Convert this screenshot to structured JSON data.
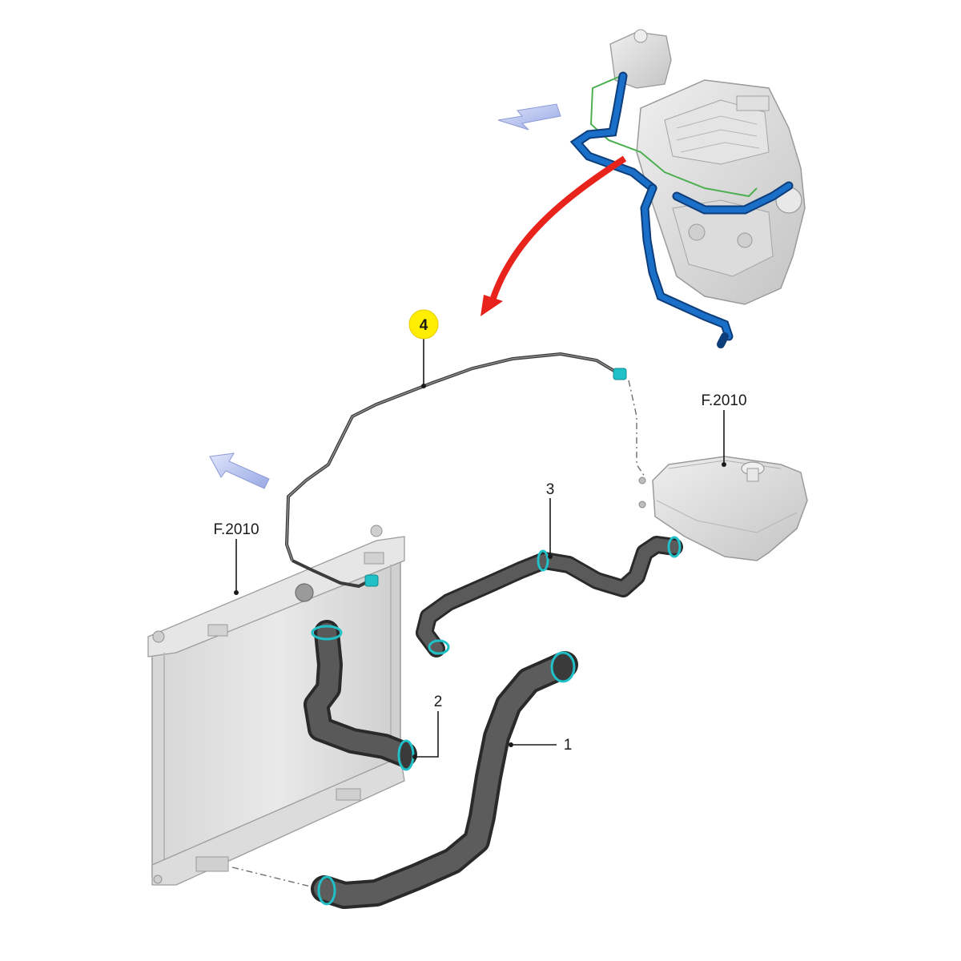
{
  "diagram": {
    "callouts": {
      "item1": "1",
      "item2": "2",
      "item3": "3",
      "item4": "4"
    },
    "references": {
      "radiator": "F.2010",
      "reservoir": "F.2010"
    },
    "colors": {
      "callout_highlight": "#ffee00",
      "hose": "#4c4c4c",
      "clamp": "#20c0c8",
      "engine_hose": "#1a6fc8",
      "engine_line": "#4caf50",
      "arrow_red": "#e8231c",
      "direction_arrow": "#b9c4ef",
      "component_gray": "#d8d8d8"
    },
    "icons": [
      "flow-direction-arrow",
      "flow-direction-arrow",
      "red-curved-arrow"
    ]
  }
}
